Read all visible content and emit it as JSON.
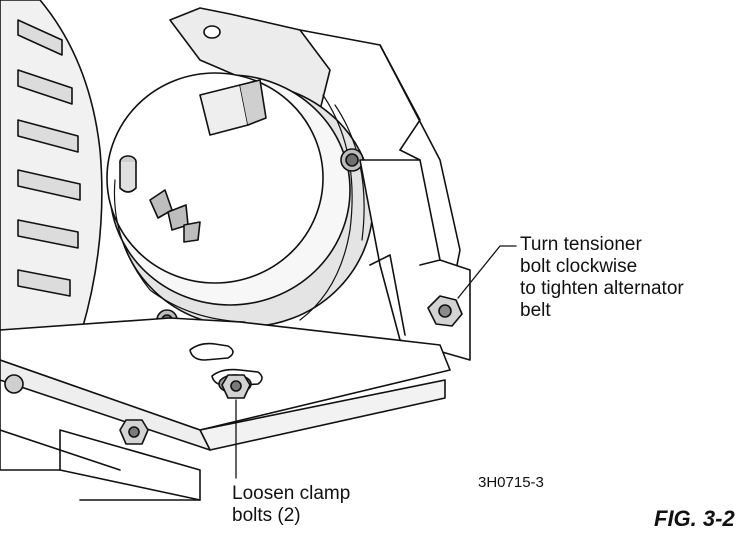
{
  "callouts": {
    "tensioner": "Turn tensioner\nbolt clockwise\nto tighten alternator\nbelt",
    "clamp": "Loosen clamp\nbolts (2)"
  },
  "drawing_code": "3H0715-3",
  "figure_label": "FIG. 3-2",
  "colors": {
    "line": "#111111",
    "fill_light": "#e9e9e9",
    "fill_mid": "#bdbdbd",
    "fill_dark": "#6f6f6f",
    "background": "#ffffff"
  }
}
